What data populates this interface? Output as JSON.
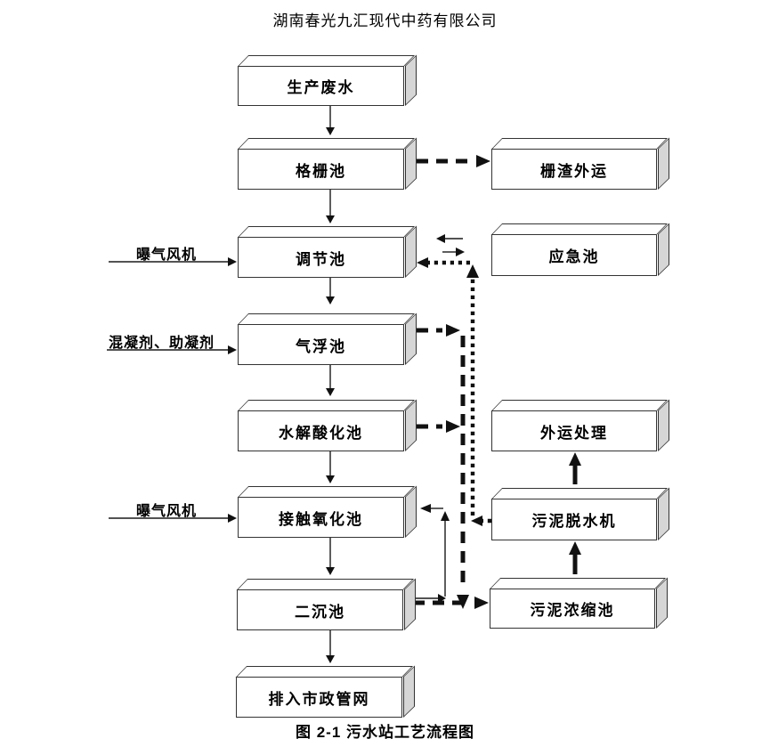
{
  "title": "湖南春光九汇现代中药有限公司",
  "caption": "图 2-1 污水站工艺流程图",
  "nodes": {
    "production": {
      "label": "生产废水"
    },
    "grid": {
      "label": "格栅池"
    },
    "regulating": {
      "label": "调节池"
    },
    "flotation": {
      "label": "气浮池"
    },
    "hydrolysis": {
      "label": "水解酸化池"
    },
    "contact": {
      "label": "接触氧化池"
    },
    "secondary": {
      "label": "二沉池"
    },
    "discharge": {
      "label": "排入市政管网"
    },
    "residue": {
      "label": "栅渣外运"
    },
    "emergency": {
      "label": "应急池"
    },
    "outward": {
      "label": "外运处理"
    },
    "dewater": {
      "label": "污泥脱水机"
    },
    "thickening": {
      "label": "污泥浓缩池"
    }
  },
  "inputs": {
    "blower1": {
      "label": "曝气风机"
    },
    "coagulant": {
      "label": "混凝剂、助凝剂"
    },
    "blower2": {
      "label": "曝气风机"
    }
  },
  "colors": {
    "line": "#111111",
    "box_border": "#333333",
    "box_face": "#ffffff",
    "box_side": "#d6d6d6"
  },
  "edges": [
    {
      "from": "production",
      "to": "grid",
      "style": "solid-thin"
    },
    {
      "from": "grid",
      "to": "regulating",
      "style": "solid-thin"
    },
    {
      "from": "regulating",
      "to": "flotation",
      "style": "solid-thin"
    },
    {
      "from": "flotation",
      "to": "hydrolysis",
      "style": "solid-thin"
    },
    {
      "from": "hydrolysis",
      "to": "contact",
      "style": "solid-thin"
    },
    {
      "from": "contact",
      "to": "secondary",
      "style": "solid-thin"
    },
    {
      "from": "secondary",
      "to": "discharge",
      "style": "solid-thin"
    },
    {
      "from": "grid",
      "to": "residue",
      "style": "dashed-bold"
    },
    {
      "from": "flotation",
      "to": "thickening",
      "style": "dashed-bold"
    },
    {
      "from": "hydrolysis",
      "to": "thickening",
      "style": "dashed-bold"
    },
    {
      "from": "secondary",
      "to": "thickening",
      "style": "dashed-bold"
    },
    {
      "from": "thickening",
      "to": "dewater",
      "style": "solid-bold"
    },
    {
      "from": "dewater",
      "to": "outward",
      "style": "solid-bold"
    },
    {
      "from": "dewater",
      "to": "regulating",
      "style": "dotted"
    },
    {
      "from": "regulating",
      "to": "emergency",
      "style": "thin-two-way"
    },
    {
      "from": "secondary",
      "to": "contact",
      "style": "solid-thin-return"
    },
    {
      "from": "blower1",
      "to": "regulating",
      "style": "input"
    },
    {
      "from": "coagulant",
      "to": "flotation",
      "style": "input"
    },
    {
      "from": "blower2",
      "to": "contact",
      "style": "input"
    }
  ]
}
